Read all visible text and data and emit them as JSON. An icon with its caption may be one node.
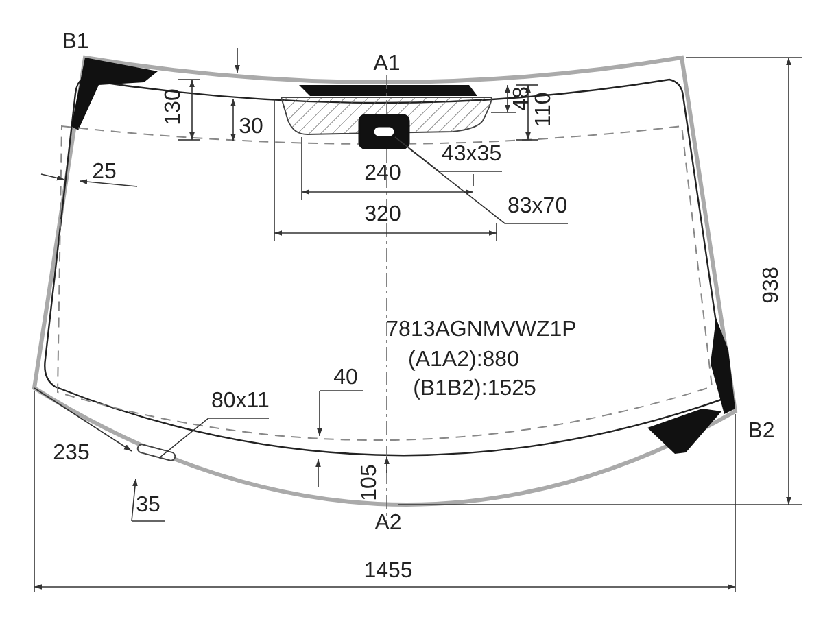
{
  "diagram": {
    "nodes": [
      {
        "text": [
          "43x35"
        ]
      },
      {
        "text": [
          "83x70"
        ]
      },
      {
        "text": [
          "80x11"
        ]
      },
      {
        "text": [],
        "shape": "box",
        "in": 4
      },
      {
        "text": [],
        "shape": "box"
      },
      {
        "text": [],
        "shape": "bar"
      }
    ],
    "edges": [
      {
        "from": 0,
        "to": 3,
        "arrow": "none"
      },
      {
        "from": 1,
        "to": 4,
        "arrow": "none"
      },
      {
        "from": 2,
        "to": 5,
        "arrow": "none"
      }
    ],
    "labels": [
      "B1",
      "A1",
      "130",
      "48",
      "110",
      "30",
      "25",
      "240",
      "320",
      "938",
      "7813AGNMVWZ1P",
      "(A1A2):880",
      "(B1B2):1525",
      "40",
      "235",
      "B2",
      "105",
      "35",
      "A2",
      "1455"
    ]
  }
}
